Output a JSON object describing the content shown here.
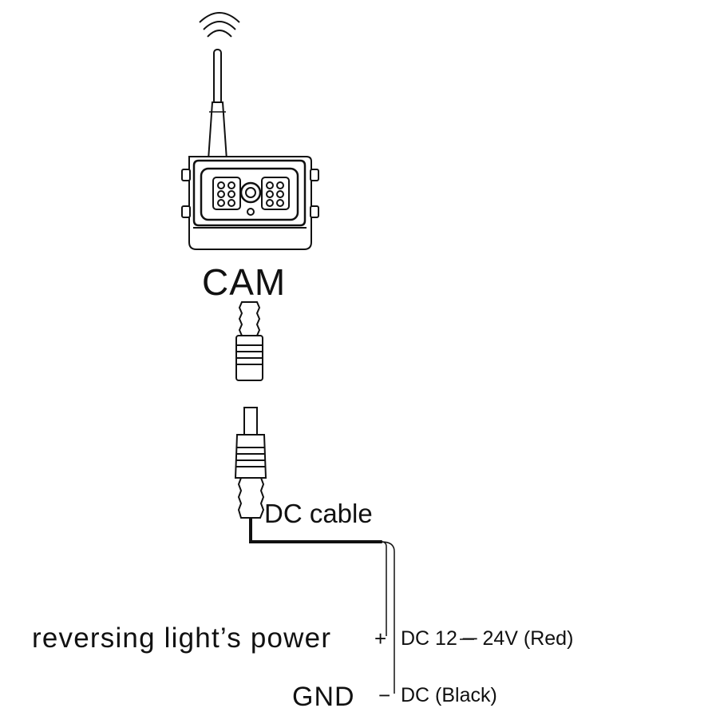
{
  "camera": {
    "label": "CAM"
  },
  "cable": {
    "label": "DC cable"
  },
  "wiring": {
    "positive": {
      "source_label": "reversing light’s power",
      "symbol": "+",
      "value_label": "DC 12 ─ 24V (Red)",
      "wire_color": "Red"
    },
    "ground": {
      "source_label": "GND",
      "symbol": "−",
      "value_label": "DC (Black)",
      "wire_color": "Black"
    }
  },
  "icons": [
    "wifi-signal-icon",
    "antenna-icon",
    "camera-icon",
    "female-connector-icon",
    "male-connector-icon"
  ],
  "colors": {
    "line": "#111111",
    "background": "#ffffff"
  }
}
